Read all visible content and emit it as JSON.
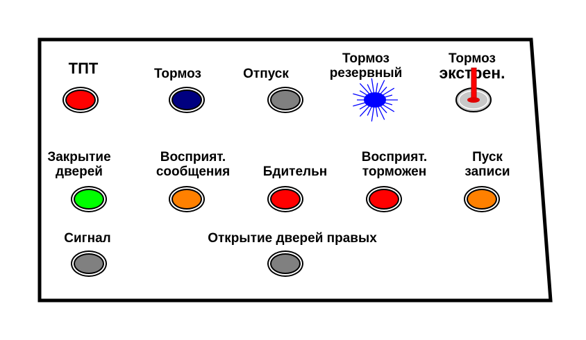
{
  "panel": {
    "row1": [
      {
        "id": "tpt",
        "lines": [
          "ТПТ"
        ],
        "color": "#ff0000",
        "state": "on"
      },
      {
        "id": "tormoz",
        "lines": [
          "Тормоз"
        ],
        "color": "#000080",
        "state": "on"
      },
      {
        "id": "otpusk",
        "lines": [
          "Отпуск"
        ],
        "color": "#808080",
        "state": "off"
      },
      {
        "id": "tormoz-rezervny",
        "lines": [
          "Тормоз",
          "резервный"
        ],
        "color": "#0000ff",
        "state": "flashing"
      },
      {
        "id": "tormoz-ekstren",
        "lines": [
          "Тормоз",
          "экстрен."
        ],
        "color": "#ff0000",
        "state": "switch-up"
      }
    ],
    "row2": [
      {
        "id": "zakrytie-dverei",
        "lines": [
          "Закрытие",
          "дверей"
        ],
        "color": "#00ff00",
        "state": "on"
      },
      {
        "id": "vospriyat-soobshcheniya",
        "lines": [
          "Восприят.",
          "сообщения"
        ],
        "color": "#ff8000",
        "state": "on"
      },
      {
        "id": "bditeln",
        "lines": [
          "Бдительн"
        ],
        "color": "#ff0000",
        "state": "on"
      },
      {
        "id": "vospriyat-tormozhen",
        "lines": [
          "Восприят.",
          "торможен"
        ],
        "color": "#ff0000",
        "state": "on"
      },
      {
        "id": "pusk-zapisi",
        "lines": [
          "Пуск",
          "записи"
        ],
        "color": "#ff8000",
        "state": "on"
      }
    ],
    "row3": [
      {
        "id": "signal",
        "lines": [
          "Сигнал"
        ],
        "color": "#808080",
        "state": "off"
      },
      {
        "id": "otkrytie-dverei-pravykh",
        "lines": [
          "Открытие дверей правых"
        ],
        "color": "#808080",
        "state": "off"
      }
    ]
  }
}
